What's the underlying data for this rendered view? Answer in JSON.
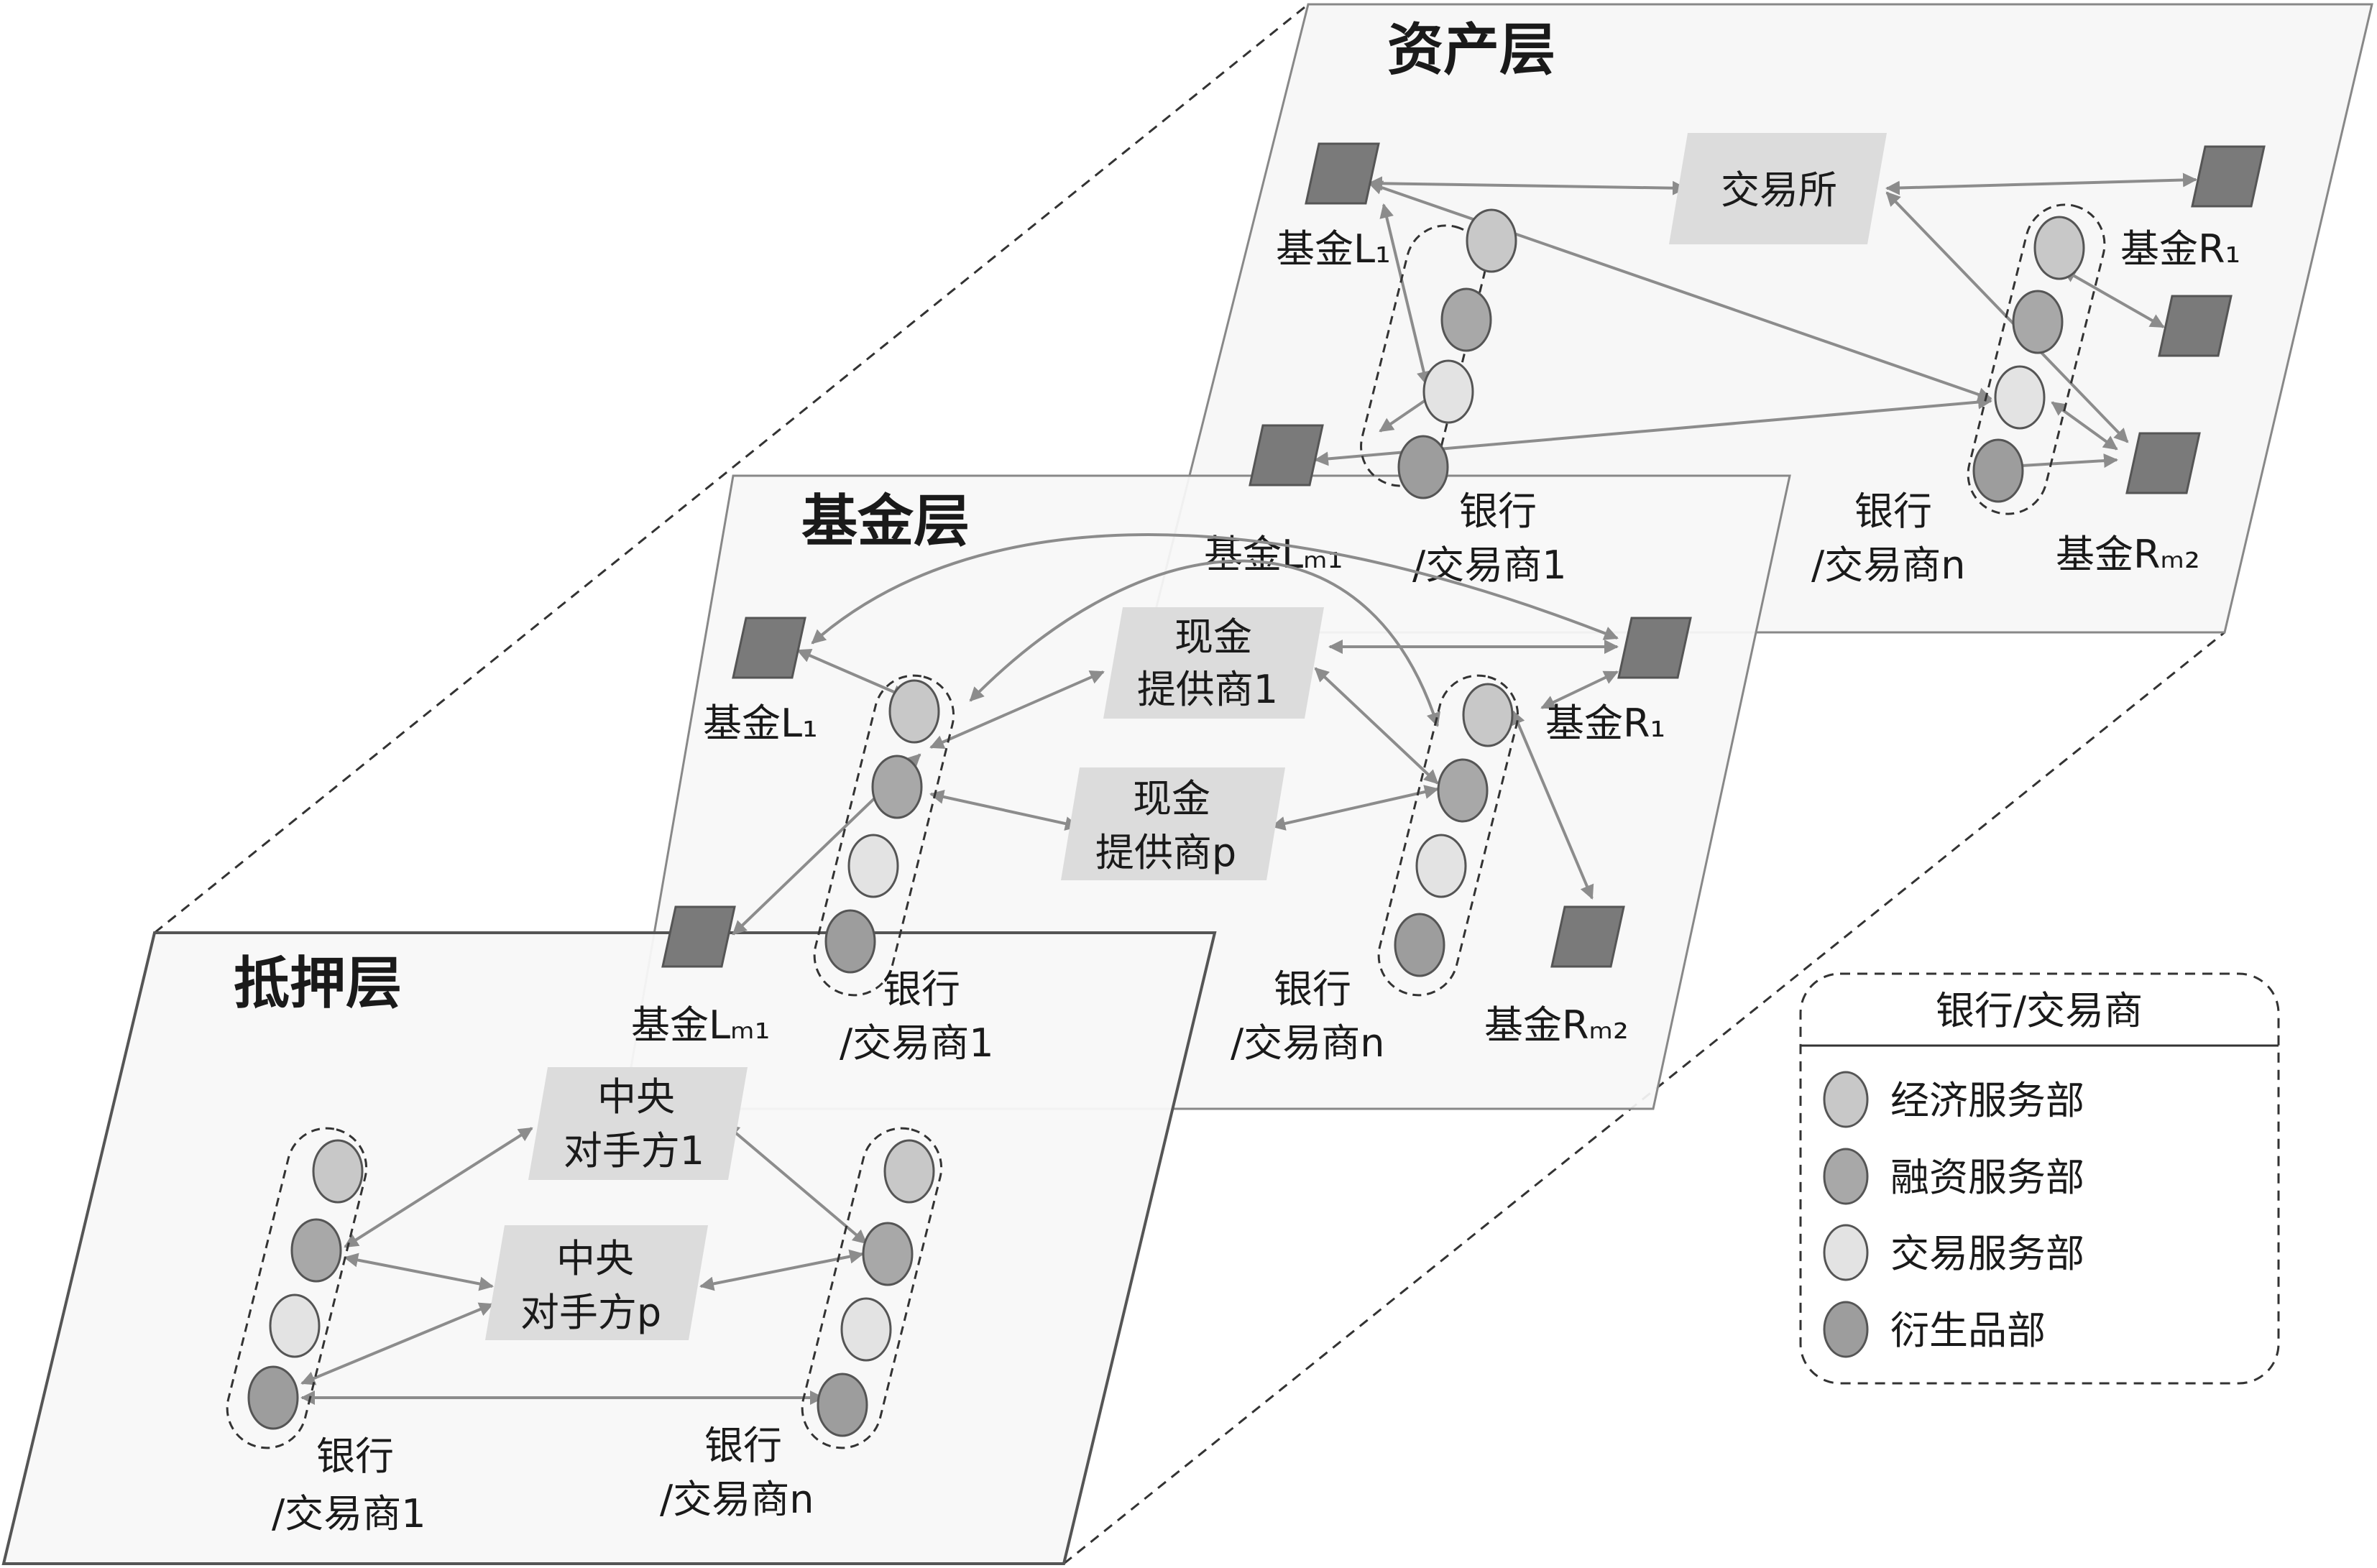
{
  "layers": {
    "asset": {
      "title": "资产层",
      "exchange": "交易所",
      "fund_L1": "基金L₁",
      "fund_Lm1": "基金Lₘ₁",
      "fund_R1": "基金R₁",
      "fund_Rm2": "基金Rₘ₂",
      "bank1_line1": "银行",
      "bank1_line2": "/交易商1",
      "bankn_line1": "银行",
      "bankn_line2": "/交易商n"
    },
    "fund": {
      "title": "基金层",
      "cash1_line1": "现金",
      "cash1_line2": "提供商1",
      "cashp_line1": "现金",
      "cashp_line2": "提供商p",
      "fund_L1": "基金L₁",
      "fund_Lm1": "基金Lₘ₁",
      "fund_R1": "基金R₁",
      "fund_Rm2": "基金Rₘ₂",
      "bank1_line1": "银行",
      "bank1_line2": "/交易商1",
      "bankn_line1": "银行",
      "bankn_line2": "/交易商n"
    },
    "collateral": {
      "title": "抵押层",
      "ccp1_line1": "中央",
      "ccp1_line2": "对手方1",
      "ccpp_line1": "中央",
      "ccpp_line2": "对手方p",
      "bank1_line1": "银行",
      "bank1_line2": "/交易商1",
      "bankn_line1": "银行",
      "bankn_line2": "/交易商n"
    }
  },
  "legend": {
    "title": "银行/交易商",
    "items": [
      "经济服务部",
      "融资服务部",
      "交易服务部",
      "衍生品部"
    ]
  },
  "colors": {
    "dept_economic": "#c8c8c8",
    "dept_financing": "#a8a8a8",
    "dept_trading": "#e3e3e3",
    "dept_derivatives": "#9d9d9d",
    "fund_node": "#7a7a7a",
    "box_fill": "#dcdcdc",
    "arrow": "#8c8c8c"
  }
}
